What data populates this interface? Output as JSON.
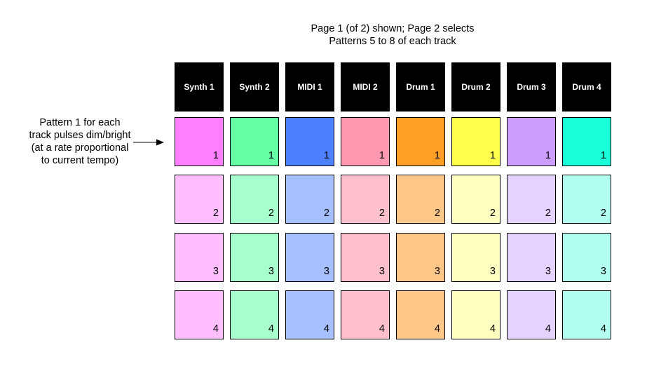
{
  "caption": {
    "line1": "Page 1 (of 2) shown; Page 2 selects",
    "line2": "Patterns 5 to 8 of each track"
  },
  "annotation": {
    "lines": [
      "Pattern 1 for each",
      "track pulses dim/bright",
      "(at a rate proportional",
      "to current tempo)"
    ]
  },
  "tracks": [
    {
      "label": "Synth 1",
      "bright": "#ff80ff",
      "pale": "#ffbfff"
    },
    {
      "label": "Synth 2",
      "bright": "#66ffa6",
      "pale": "#a6ffcc"
    },
    {
      "label": "MIDI 1",
      "bright": "#4c80ff",
      "pale": "#a6bfff"
    },
    {
      "label": "MIDI 2",
      "bright": "#ff99b2",
      "pale": "#ffbfcc"
    },
    {
      "label": "Drum 1",
      "bright": "#ff9f26",
      "pale": "#ffc888"
    },
    {
      "label": "Drum 2",
      "bright": "#ffff4c",
      "pale": "#ffffc0"
    },
    {
      "label": "Drum 3",
      "bright": "#cc9fff",
      "pale": "#e6d2ff"
    },
    {
      "label": "Drum 4",
      "bright": "#1affd9",
      "pale": "#b2fff2"
    }
  ],
  "patterns": [
    "1",
    "2",
    "3",
    "4"
  ]
}
